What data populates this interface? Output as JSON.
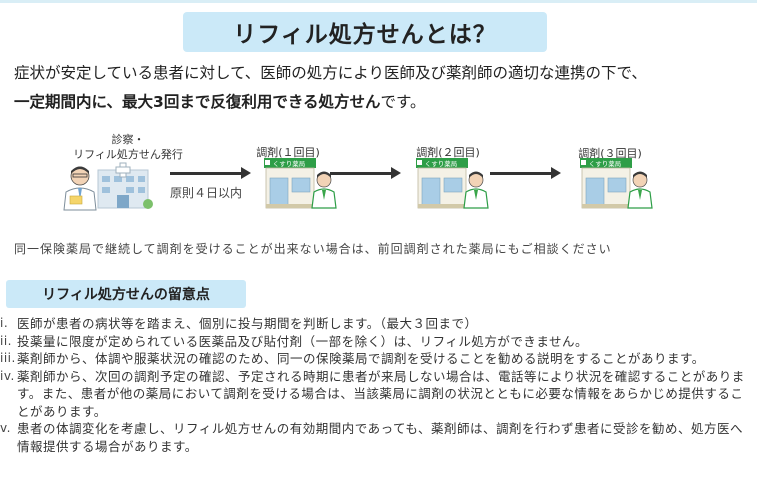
{
  "title": "リフィル処方せんとは？",
  "lead": {
    "line1": "症状が安定している患者に対して、医師の処方により医師及び薬剤師の適切な連携の下で、",
    "line2_bold": "一定期間内に、最大3回まで反復利用できる処方せん",
    "line2_rest": "です。"
  },
  "flow": {
    "step0_line1": "診察・",
    "step0_line2": "リフィル処方せん発行",
    "step1": "調剤(１回目)",
    "step2": "調剤(２回目)",
    "step3": "調剤(３回目)",
    "interval_note": "原則４日以内",
    "pharmacy_sign": "くすり薬局"
  },
  "consult_note": "同一保険薬局で継続して調剤を受けることが出来ない場合は、前回調剤された薬局にもご相談ください",
  "section_title": "リフィル処方せんの留意点",
  "notes": [
    {
      "num": "i.",
      "text": "医師が患者の病状等を踏まえ、個別に投与期間を判断します。（最大３回まで）"
    },
    {
      "num": "ii.",
      "text": "投薬量に限度が定められている医薬品及び貼付剤（一部を除く）は、リフィル処方ができません。"
    },
    {
      "num": "iii.",
      "text": "薬剤師から、体調や服薬状況の確認のため、同一の保険薬局で調剤を受けることを勧める説明をすることがあります。"
    },
    {
      "num": "iv.",
      "text": "薬剤師から、次回の調剤予定の確認、予定される時期に患者が来局しない場合は、電話等により状況を確認することがあります。また、患者が他の薬局において調剤を受ける場合は、当該薬局に調剤の状況とともに必要な情報をあらかじめ提供することがあります。"
    },
    {
      "num": "v.",
      "text": "患者の体調変化を考慮し、リフィル処方せんの有効期間内であっても、薬剤師は、調剤を行わず患者に受診を勧め、処方医へ情報提供する場合があります。"
    }
  ],
  "colors": {
    "title_bg": "#cbe9f8",
    "pharmacy_green": "#3aa64a",
    "pharmacy_roof": "#2e9e47"
  }
}
